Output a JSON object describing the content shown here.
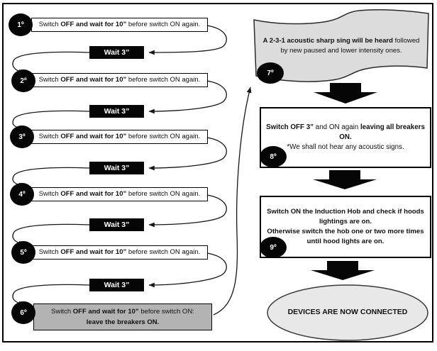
{
  "wait_label": "Wait 3”",
  "left_steps": [
    {
      "num": "1º",
      "pre": "Switch ",
      "bold": "OFF and wait for 10”",
      "post": " before switch ON again."
    },
    {
      "num": "2º",
      "pre": "Switch ",
      "bold": "OFF and wait for 10”",
      "post": " before switch ON again."
    },
    {
      "num": "3º",
      "pre": "Switch ",
      "bold": "OFF and wait for 10”",
      "post": " before switch ON again."
    },
    {
      "num": "4º",
      "pre": "Switch ",
      "bold": "OFF and wait for 10”",
      "post": " before switch ON again."
    },
    {
      "num": "5º",
      "pre": "Switch ",
      "bold": "OFF and wait for 10”",
      "post": " before switch ON again."
    }
  ],
  "step6": {
    "num": "6º",
    "line1_pre": "Switch ",
    "line1_bold": "OFF and wait for 10”",
    "line1_post": " before switch ON:",
    "line2_bold": "leave the breakers ON."
  },
  "step7": {
    "num": "7º",
    "line1_bold": "A 2-3-1 acoustic sharp sing will be heard",
    "line1_post": " followed",
    "line2": "by new paused and lower intensity ones."
  },
  "step8": {
    "num": "8º",
    "line1_bold1": "Switch OFF 3”",
    "line1_mid": " and ON again ",
    "line1_bold2": "leaving all breakers",
    "line2_bold": "ON.",
    "line3": "*We shall not hear any acoustic signs."
  },
  "step9": {
    "num": "9º",
    "line1": "Switch ON the Induction Hob and check if hoods",
    "line2": "lightings are on.",
    "line3": "Otherwise switch the hob one or two more times",
    "line4": "until hood lights are on."
  },
  "final_label": "DEVICES ARE NOW CONNECTED",
  "colors": {
    "node_black": "#060606",
    "step6_fill": "#b3b3b3",
    "step7_fill": "#dcdcdc",
    "final_fill": "#e8e8e8",
    "connector": "#161616"
  }
}
